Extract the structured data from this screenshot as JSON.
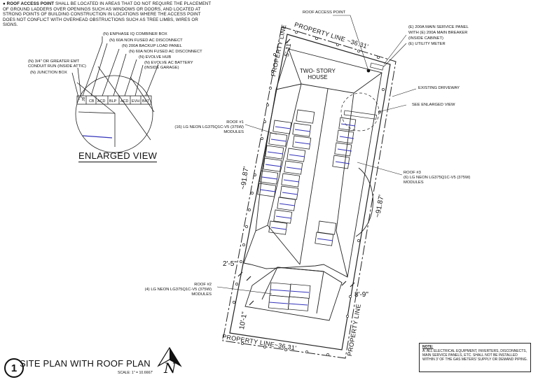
{
  "top_note": {
    "bold": "ROOF ACCESS POINT",
    "text": " SHALL BE LOCATED IN AREAS THAT DO NOT REQUIRE THE PLACEMENT OF GROUND LADDERS OVER OPENINGS SUCH AS WINDOWS OR DOORS, AND LOCATED AT STRONG POINTS OF BUILDING CONSTRUCTION IN LOCATIONS WHERE THE ACCESS POINT DOES NOT CONFLICT WITH OVERHEAD OBSTRUCTIONS SUCH AS TREE LIMBS, WIRES OR SIGNS."
  },
  "enlarged_labels": [
    "(N) ENPHASE IQ COMBINER BOX",
    "(N) 60A NON FUSED AC DISCONNECT",
    "(N) 200A BACKUP LOAD PANEL",
    "(N) 60A NON FUSED AC DISCONNECT",
    "(N) EVOLVE HUB",
    "(N) EVOLVE AC BATTERY",
    "(INSIDE GARAGE)"
  ],
  "conduit_label_1": "(N) 3/4\" OR GREATER EMT",
  "conduit_label_2": "CONDUIT RUN (INSIDE ATTIC)",
  "junction_label": "(N) JUNCTION BOX",
  "equipment_codes": [
    "JB",
    "CB",
    "ACD",
    "BLP",
    "ACD",
    "EVH",
    "BAT"
  ],
  "enlarged_view_title": "ENLARGED VIEW",
  "roof_access_label": "ROOF ACCESS POINT",
  "service_panel": [
    "(E) 200A MAIN SERVICE PANEL",
    "WITH (E) 200A MAIN BREAKER",
    "(INSIDE CABINET)",
    "(E) UTILITY METER"
  ],
  "existing_driveway": "EXISTING DRIVEWAY",
  "see_enlarged": "SEE ENLARGED VIEW",
  "roof1": [
    "ROOF #1",
    "(16) LG NEON LG375Q1C-V5 (375W)",
    "MODULES"
  ],
  "roof2": [
    "ROOF #2",
    "(4) LG NEON LG375Q1C-V5 (375W)",
    "MODULES"
  ],
  "roof3": [
    "ROOF #3",
    "(6) LG NEON LG375Q1C-V5 (375W)",
    "MODULES"
  ],
  "house_label": [
    "TWO- STORY",
    "HOUSE"
  ],
  "property_line": "PROPERTY LINE",
  "dimensions": {
    "top": "~36.31'",
    "bottom": "~36.31'",
    "left": "~91.87'",
    "right": "~91.87'",
    "setback_top": "5'-11\"",
    "setback_left": "2'-5\"",
    "setback_bottom": "10'-1\"",
    "setback_right": "8'-9\""
  },
  "title": "SITE PLAN WITH ROOF PLAN",
  "sheet_number": "1",
  "scale": "SCALE: 1\" = 10.6667'",
  "north_letter": "N",
  "note_box": {
    "heading": "NOTE:",
    "text": "A.  ALL ELECTRICAL EQUIPMENT, INVERTERS, DISCONNECTS, MAIN SERVICE PANELS, ETC. SHALL NOT BE INSTALLED WITHIN 3' OF THE GAS METERS' SUPPLY OR DEMAND PIPING."
  }
}
